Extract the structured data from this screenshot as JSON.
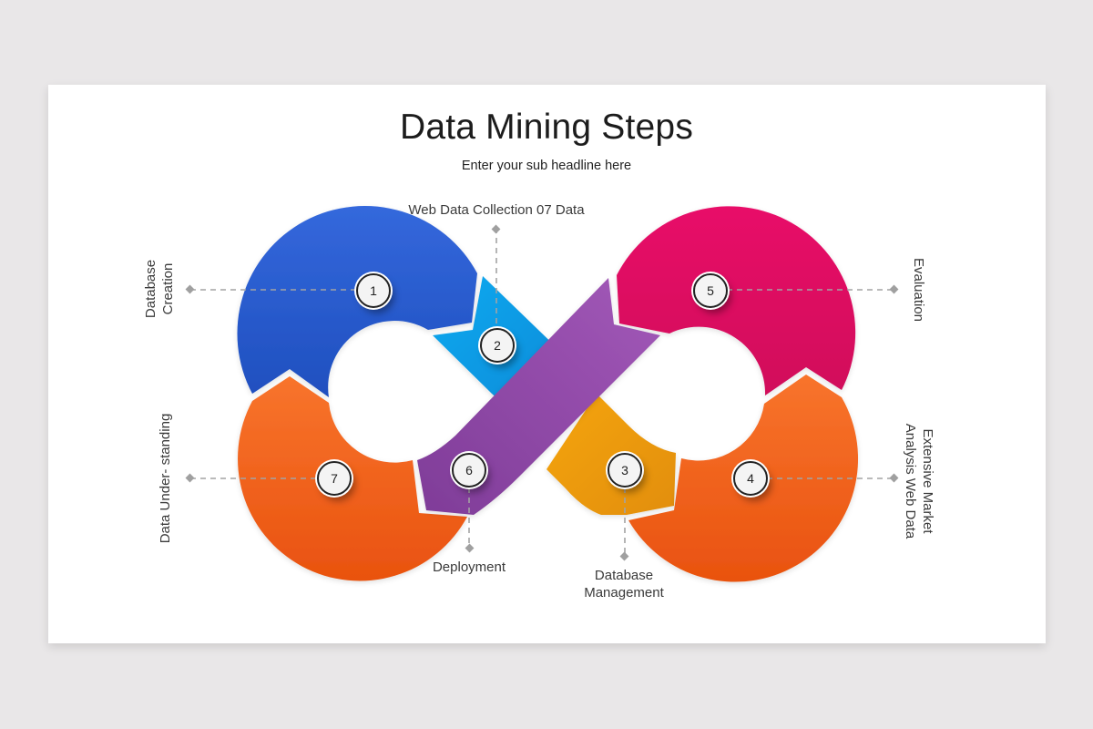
{
  "slide": {
    "title": "Data Mining Steps",
    "subtitle": "Enter your sub headline here"
  },
  "colors": {
    "background": "#e9e7e8",
    "slide": "#ffffff",
    "step1_blue": "#2a5bd0",
    "step2_cyan": "#0a9ae6",
    "step3_amber": "#eb9a0c",
    "step4_orange": "#f0621b",
    "step5_magenta": "#e00d62",
    "step6_purple": "#8e46a6",
    "step7_orange": "#f0621b",
    "connector": "#9a9a9a"
  },
  "steps": [
    {
      "number": "1",
      "label": "Database Creation",
      "label_lines": [
        "Database",
        "Creation"
      ]
    },
    {
      "number": "2",
      "label": "Web Data Collection 07 Data"
    },
    {
      "number": "3",
      "label": "Database Management",
      "label_lines": [
        "Database",
        "Management"
      ]
    },
    {
      "number": "4",
      "label": "Extensive Market Analysis Web Data",
      "label_lines": [
        "Extensive Market",
        "Analysis Web Data"
      ]
    },
    {
      "number": "5",
      "label": "Evaluation"
    },
    {
      "number": "6",
      "label": "Deployment"
    },
    {
      "number": "7",
      "label": "Data Under- standing"
    }
  ]
}
